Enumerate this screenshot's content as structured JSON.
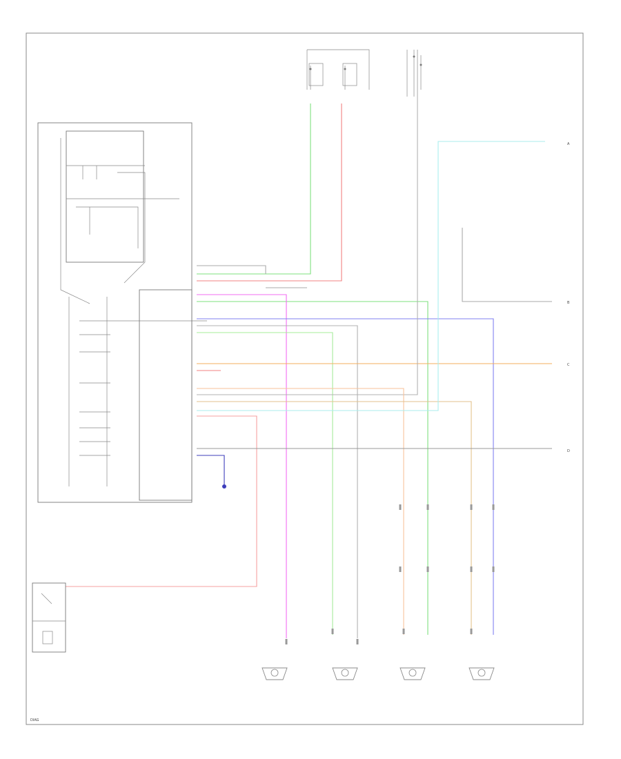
{
  "diagram": {
    "footer_code": "DIAG",
    "colors": {
      "green": "#7ee07e",
      "red": "#f08080",
      "light_green": "#a6ec9a",
      "magenta": "#f26cf2",
      "blue": "#8080f0",
      "gray": "#b0b0b0",
      "orange": "#f3ae5e",
      "light_blue": "#a8eeee",
      "pink": "#f5a0a0",
      "tan": "#e3c28c",
      "dark_blue": "#3d3dbb",
      "frame": "#888888"
    },
    "right_terminals": [
      "A",
      "B",
      "C",
      "D"
    ]
  }
}
